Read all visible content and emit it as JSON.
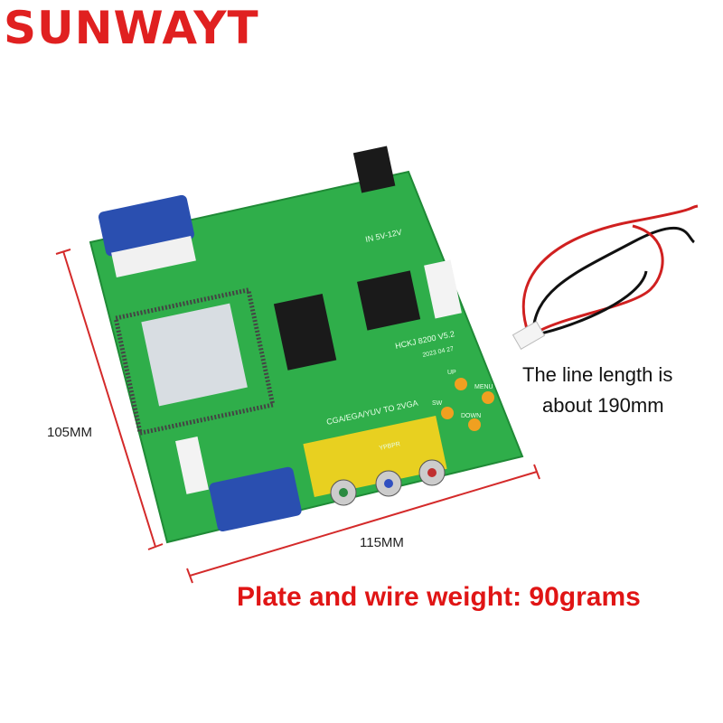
{
  "brand": "SUNWAYT",
  "dimensions": {
    "height_label": "105MM",
    "width_label": "115MM"
  },
  "wire_note": {
    "line1": "The line length is",
    "line2": "about 190mm"
  },
  "weight_note": "Plate and wire weight: 90grams",
  "board_silkscreen": {
    "model": "HCKJ 8200 V5.2",
    "date": "2023 04 27",
    "function": "CGA/EGA/YUV TO 2VGA",
    "power": "IN 5V-12V",
    "buttons": [
      "UP",
      "MENU",
      "SW",
      "DOWN"
    ],
    "input": "YPBPR"
  },
  "colors": {
    "accent": "#e02020",
    "pcb": "#2fae4a",
    "vga": "#2a4fb0",
    "rca_yellow": "#e8d020"
  }
}
